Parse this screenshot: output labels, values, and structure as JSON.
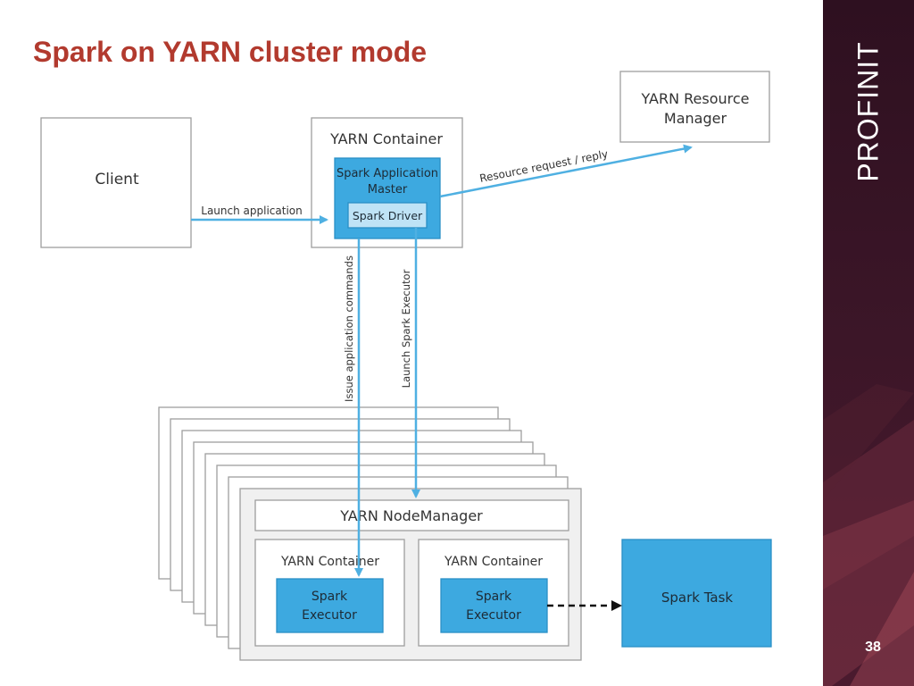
{
  "slide": {
    "title": "Spark on YARN cluster mode",
    "brand": "PROFINIT",
    "page_number": "38"
  },
  "diagram": {
    "client": "Client",
    "resource_manager_line1": "YARN Resource",
    "resource_manager_line2": "Manager",
    "yarn_container_top": "YARN Container",
    "app_master_line1": "Spark Application",
    "app_master_line2": "Master",
    "spark_driver": "Spark Driver",
    "launch_application": "Launch application",
    "resource_request": "Resource request / reply",
    "issue_commands": "Issue application commands",
    "launch_executor": "Launch Spark Executor",
    "node_manager": "YARN NodeManager",
    "container_left": "YARN Container",
    "container_right": "YARN Container",
    "executor_left_line1": "Spark",
    "executor_left_line2": "Executor",
    "executor_right_line1": "Spark",
    "executor_right_line2": "Executor",
    "spark_task": "Spark Task"
  },
  "colors": {
    "title": "#b23a2e",
    "accent_blue": "#3da9e0",
    "arrow_blue": "#4fb0e2",
    "sidebar": "#3a1527"
  }
}
